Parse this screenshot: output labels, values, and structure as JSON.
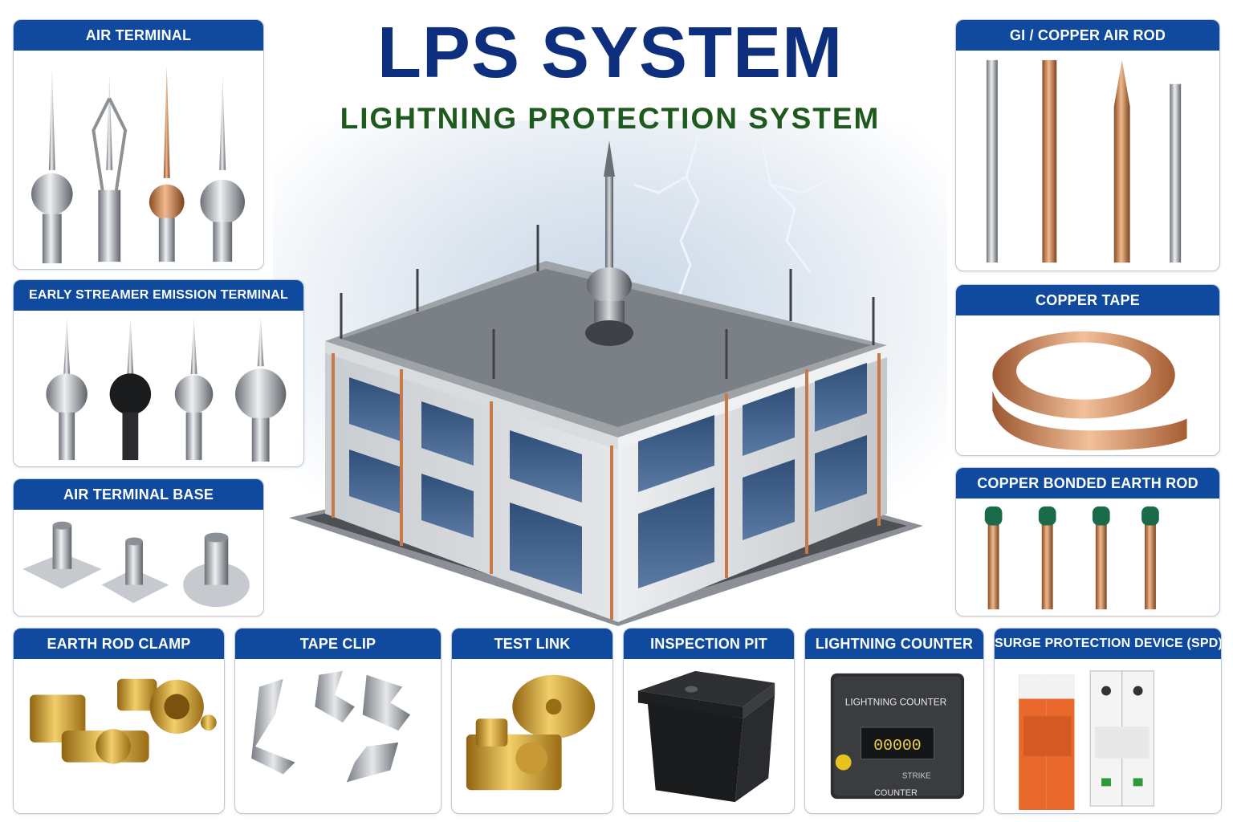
{
  "header": {
    "title": "LPS SYSTEM",
    "subtitle": "LIGHTNING PROTECTION SYSTEM"
  },
  "panels": {
    "air_terminal": "AIR TERMINAL",
    "ese_terminal": "EARLY STREAMER EMISSION TERMINAL",
    "air_terminal_base": "AIR TERMINAL BASE",
    "gi_copper_air_rod": "GI / COPPER AIR ROD",
    "copper_tape": "COPPER TAPE",
    "copper_bonded_earth_rod": "COPPER BONDED EARTH ROD",
    "earth_rod_clamp": "EARTH ROD CLAMP",
    "tape_clip": "TAPE CLIP",
    "test_link": "TEST LINK",
    "inspection_pit": "INSPECTION PIT",
    "lightning_counter": "LIGHTNING COUNTER",
    "spd": "SURGE PROTECTION DEVICE (SPD)"
  },
  "counter_device": {
    "label": "LIGHTNING COUNTER",
    "display": "00000",
    "strike": "STRIKE",
    "counter": "COUNTER"
  },
  "colors": {
    "panel_header": "#0f4a9e",
    "title": "#0d2f7e",
    "subtitle": "#1e5a1e",
    "copper": "#c8794a",
    "steel": "#b9bec4",
    "brass": "#c9962b"
  },
  "icons": {
    "lightning": "lightning-bolt-icon"
  }
}
